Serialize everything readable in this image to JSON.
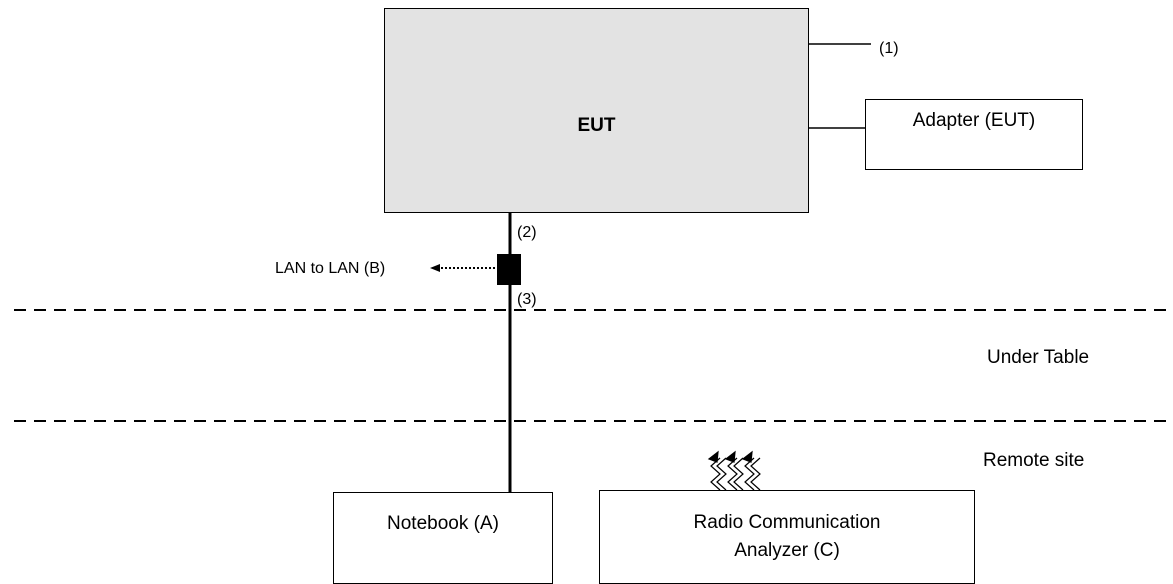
{
  "diagram": {
    "eut": {
      "label": "EUT"
    },
    "adapter": {
      "label": "Adapter (EUT)"
    },
    "notebook": {
      "label": "Notebook (A)"
    },
    "analyzer": {
      "label": "Radio Communication\nAnalyzer (C)"
    },
    "lan_to_lan": {
      "label": "LAN to LAN (B)"
    },
    "cable_labels": {
      "cable_1": "(1)",
      "cable_2": "(2)",
      "cable_3": "(3)"
    },
    "zones": {
      "under_table": "Under Table",
      "remote_site": "Remote site"
    }
  },
  "colors": {
    "eut_fill": "#e3e3e3",
    "line": "#000000"
  }
}
